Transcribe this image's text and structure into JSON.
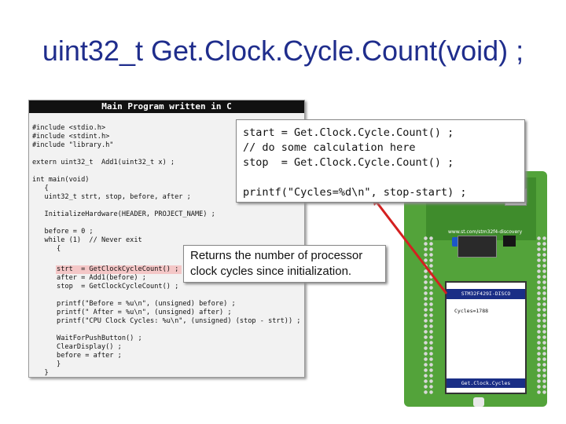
{
  "title": "uint32_t Get.Clock.Cycle.Count(void) ;",
  "code_panel": {
    "header": "Main Program written in C",
    "lines": [
      "#include <stdio.h>",
      "#include <stdint.h>",
      "#include \"library.h\"",
      "",
      "extern uint32_t  Add1(uint32_t x) ;",
      "",
      "int main(void)",
      "   {",
      "   uint32_t strt, stop, before, after ;",
      "",
      "   InitializeHardware(HEADER, PROJECT_NAME) ;",
      "",
      "   before = 0 ;",
      "   while (1)  // Never exit",
      "      {",
      "      strt  = GetClockCycleCount() ;",
      "      after = Add1(before) ;",
      "      stop  = GetClockCycleCount() ;",
      "",
      "      printf(\"Before = %u\\n\", (unsigned) before) ;",
      "      printf(\" After = %u\\n\", (unsigned) after) ;",
      "      printf(\"CPU Clock Cycles: %u\\n\", (unsigned) (stop - strt)) ;",
      "",
      "      WaitForPushButton() ;",
      "      ClearDisplay() ;",
      "      before = after ;",
      "      }",
      "   }"
    ]
  },
  "callout_code": {
    "lines": [
      "start = Get.Clock.Cycle.Count() ;",
      "// do some calculation here",
      "stop  = Get.Clock.Cycle.Count() ;",
      "",
      "printf(\"Cycles=%d\\n\", stop-start) ;"
    ]
  },
  "callout_desc": {
    "lines": [
      "Returns the number of processor",
      "clock cycles since initialization."
    ]
  },
  "board": {
    "label": "www.st.com/stm32f4-discovery",
    "lcd_header": "STM32F429I-DISCO",
    "lcd_line": "Cycles=1788",
    "lcd_footer": "Get.Clock.Cycles"
  },
  "colors": {
    "title": "#1f2d8c",
    "highlight": "#f4c7c7",
    "board_green": "#53a33a",
    "lcd_bar": "#1a2e86",
    "arrow": "#d42020"
  }
}
